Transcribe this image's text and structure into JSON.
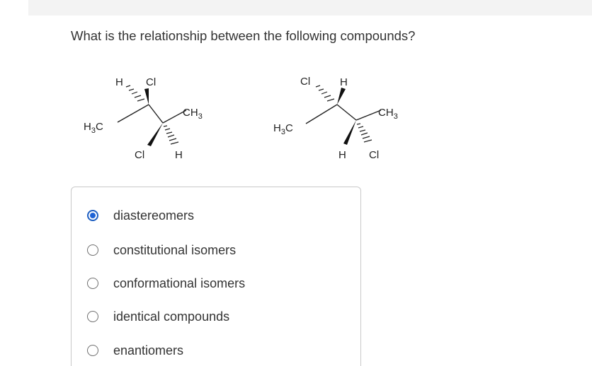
{
  "question": {
    "text": "What is the relationship between the following compounds?"
  },
  "compounds": {
    "left": {
      "top_left": "H",
      "top_right": "Cl",
      "methyl_left": "H3C",
      "methyl_right": "CH3",
      "bottom_left": "Cl",
      "bottom_right": "H"
    },
    "right": {
      "top_left": "Cl",
      "top_right": "H",
      "methyl_left": "H3C",
      "methyl_right": "CH3",
      "bottom_left": "H",
      "bottom_right": "Cl"
    }
  },
  "options": [
    {
      "label": "diastereomers",
      "selected": true
    },
    {
      "label": "constitutional isomers",
      "selected": false
    },
    {
      "label": "conformational isomers",
      "selected": false
    },
    {
      "label": "identical compounds",
      "selected": false
    },
    {
      "label": "enantiomers",
      "selected": false
    }
  ],
  "colors": {
    "radio_selected": "#1e63d6",
    "text": "#333333",
    "card_border": "#c9c9c9"
  }
}
